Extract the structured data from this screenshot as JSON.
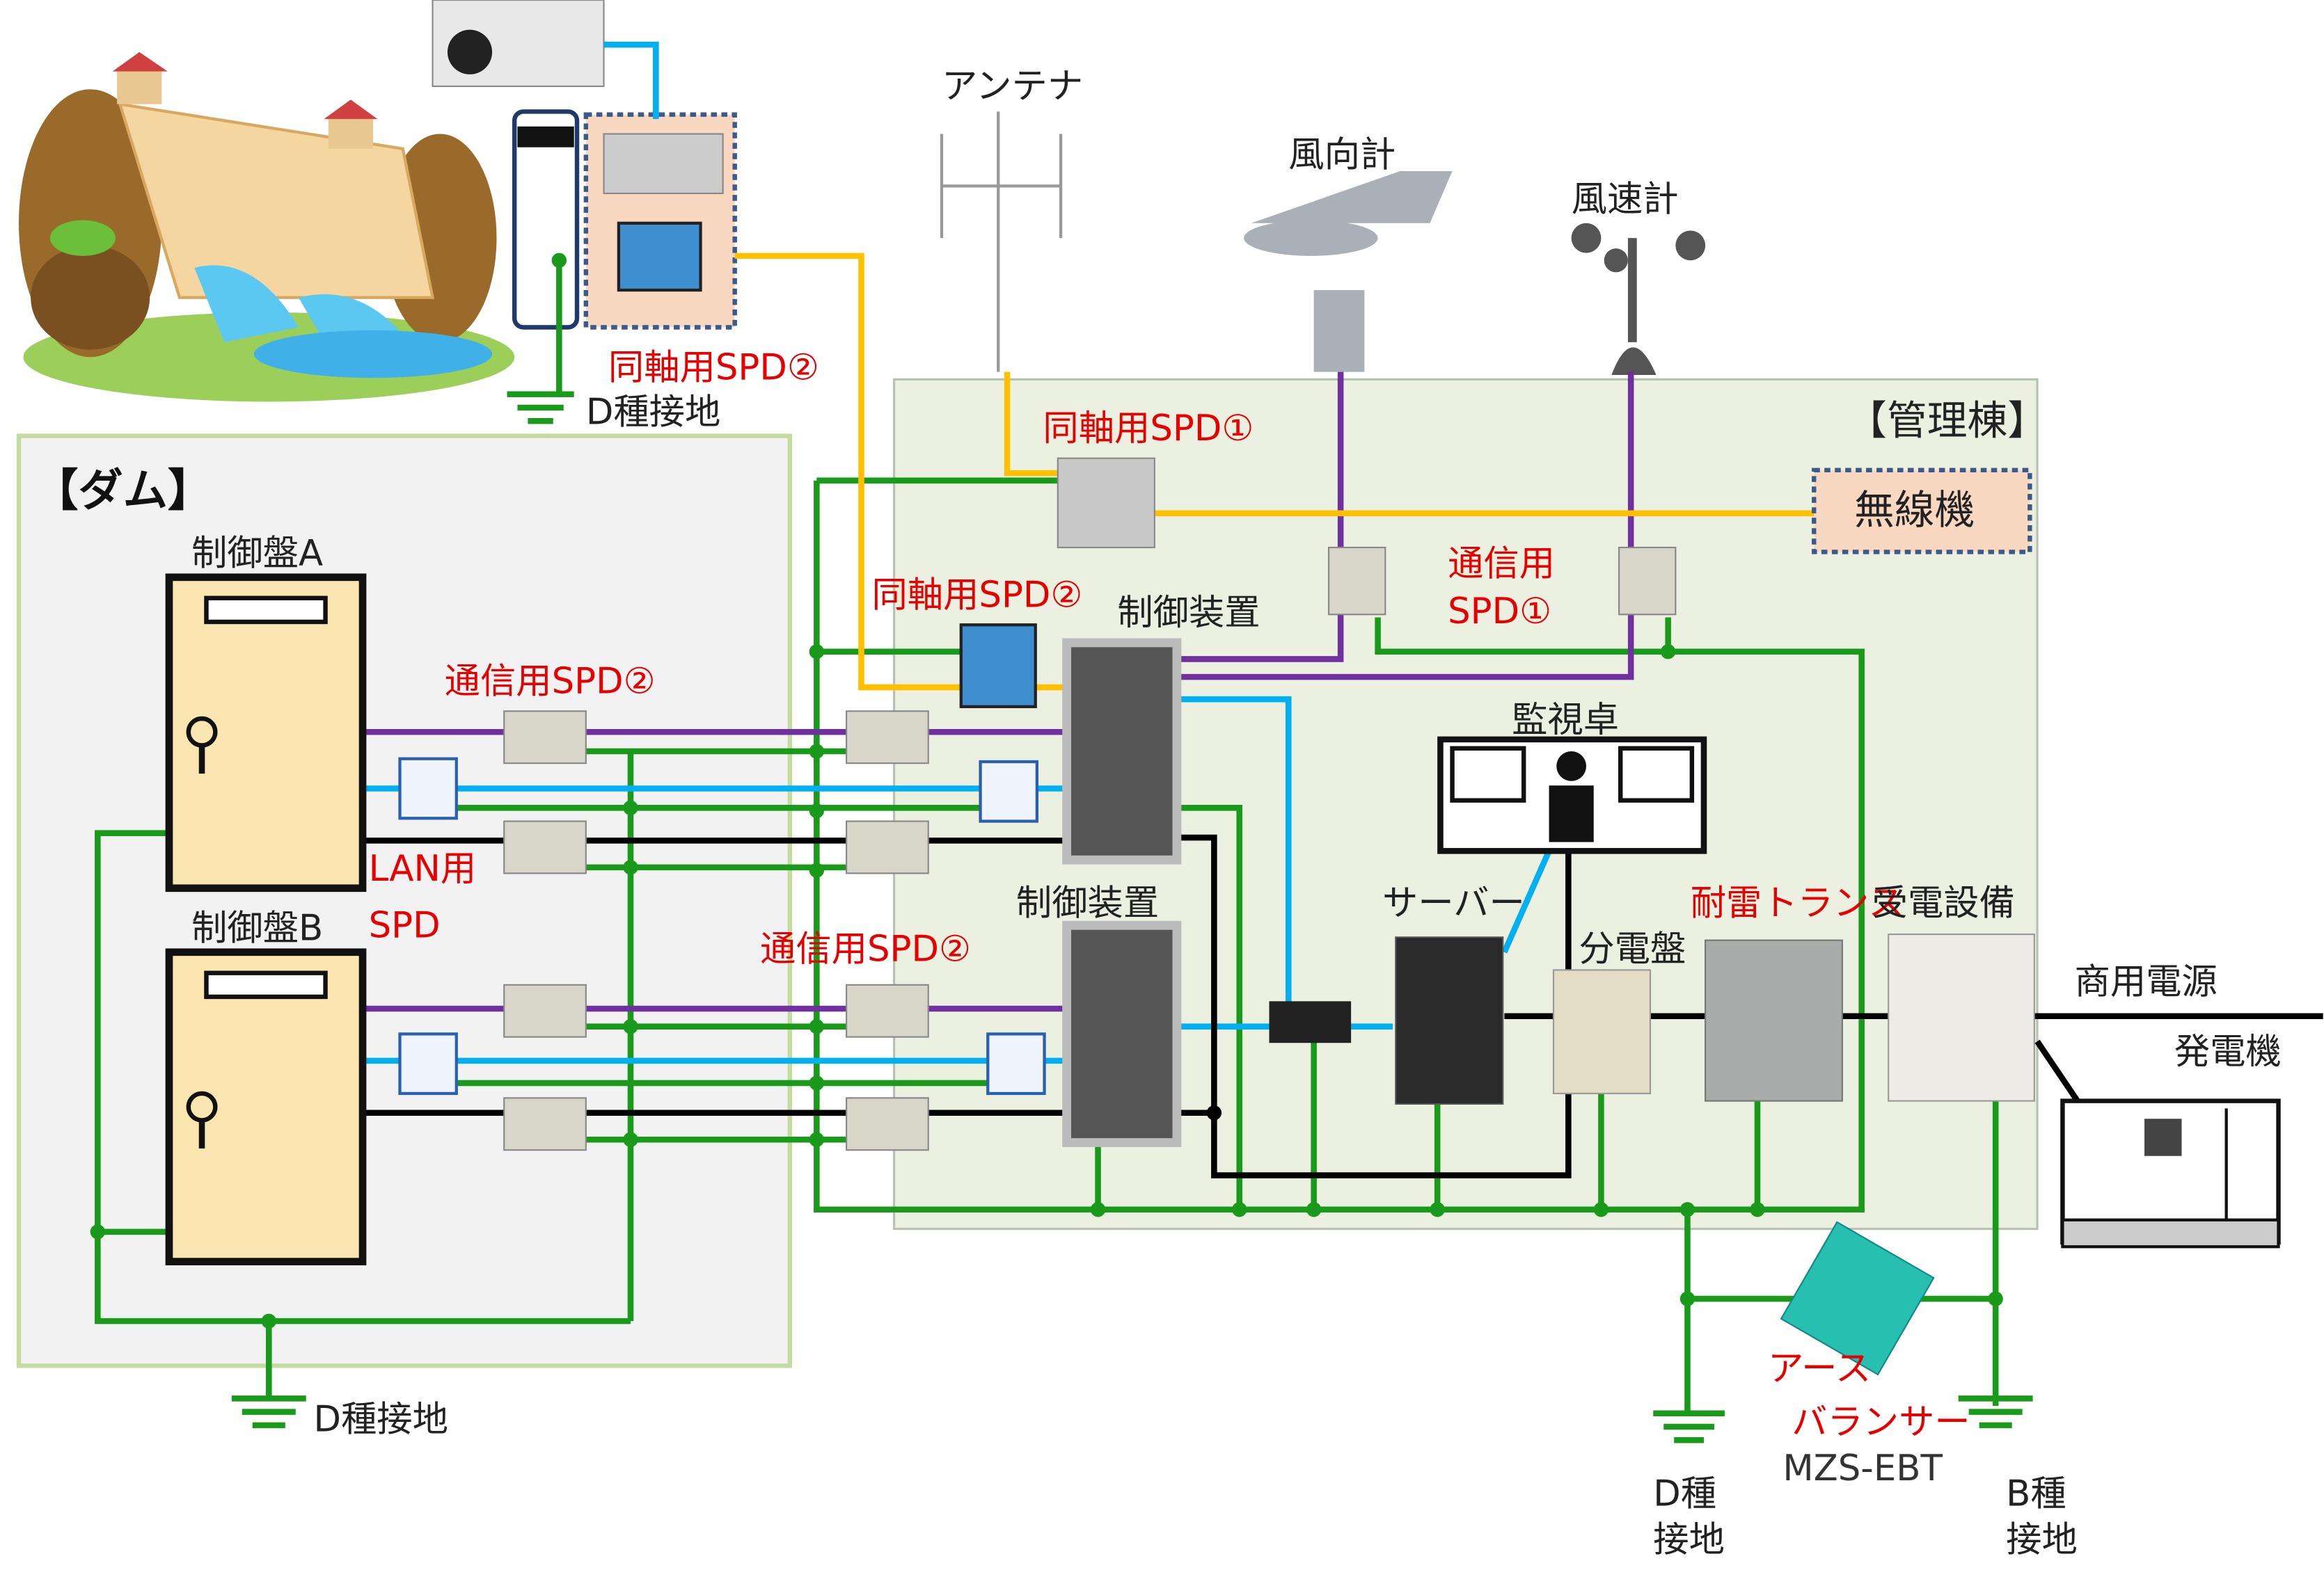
{
  "zones": {
    "dam": "【ダム】",
    "admin": "【管理棟】"
  },
  "dam": {
    "panel_a": "制御盤A",
    "panel_b": "制御盤B",
    "comm_spd": "通信用SPD②",
    "lan_spd_1": "LAN用",
    "lan_spd_2": "SPD",
    "ground": "D種接地"
  },
  "camera": {
    "coax_spd": "同軸用SPD②",
    "ground": "D種接地"
  },
  "top": {
    "antenna": "アンテナ",
    "wind_vane": "風向計",
    "anemometer": "風速計"
  },
  "admin": {
    "coax_spd1": "同軸用SPD①",
    "coax_spd2": "同軸用SPD②",
    "controller_1": "制御装置",
    "controller_2": "制御装置",
    "comm_spd1_a": "通信用",
    "comm_spd1_b": "SPD①",
    "comm_spd2": "通信用SPD②",
    "radio": "無線機",
    "console": "監視卓",
    "server": "サーバー",
    "distribution": "分電盤",
    "transformer": "耐雷トランス",
    "substation": "受電設備"
  },
  "power": {
    "commercial": "商用電源",
    "generator": "発電機"
  },
  "grounding": {
    "d_ground_1": "D種",
    "d_ground_2": "接地",
    "balancer_1": "アース",
    "balancer_2": "バランサー",
    "balancer_model": "MZS-EBT",
    "b_ground_1": "B種",
    "b_ground_2": "接地"
  },
  "colors": {
    "ground": "#1a9a1a",
    "signal": "#7030a0",
    "lan": "#00b0f0",
    "coax": "#ffc000",
    "power": "#000000",
    "label_red": "#e60000"
  }
}
